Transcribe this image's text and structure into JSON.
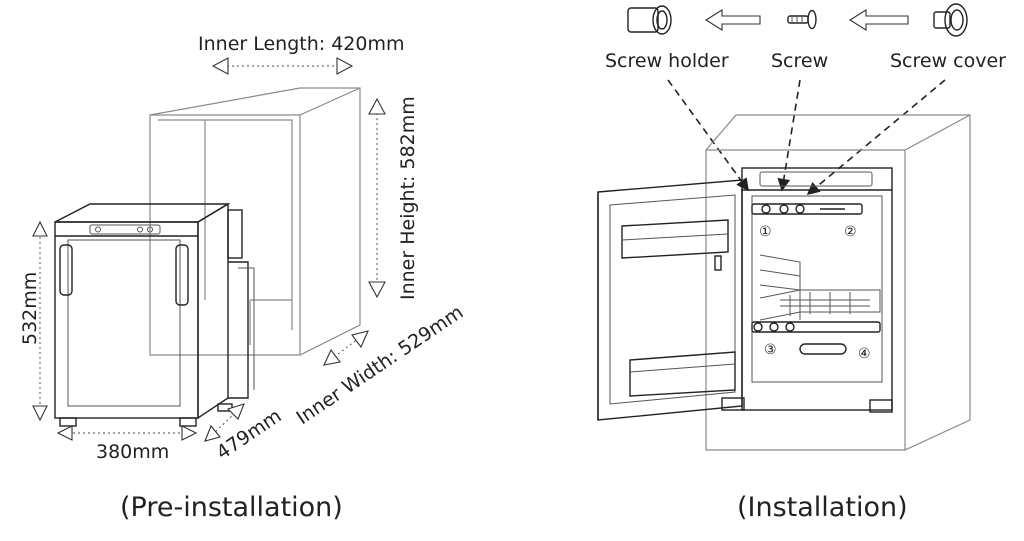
{
  "pre_installation": {
    "caption": "(Pre-installation)",
    "inner_length": "Inner Length: 420mm",
    "inner_height": "Inner Height: 582mm",
    "inner_width": "Inner Width: 529mm",
    "fridge_height": "532mm",
    "fridge_width": "380mm",
    "fridge_depth": "479mm"
  },
  "installation": {
    "caption": "(Installation)",
    "parts": {
      "screw_holder": "Screw holder",
      "screw": "Screw",
      "screw_cover": "Screw cover"
    },
    "step_markers": [
      "①",
      "②",
      "③",
      "④"
    ]
  }
}
